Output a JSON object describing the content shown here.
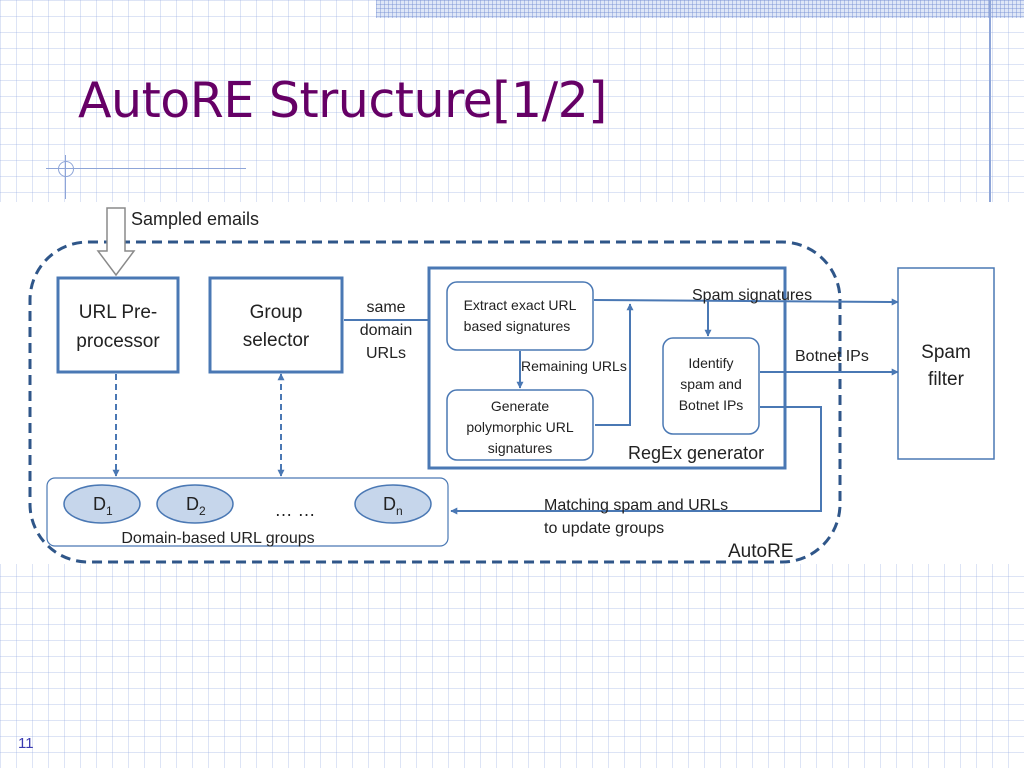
{
  "slide": {
    "title": "AutoRE Structure[1/2]",
    "number": "11"
  },
  "diagram": {
    "input_label": "Sampled emails",
    "url_preprocessor": [
      "URL Pre-",
      "processor"
    ],
    "group_selector": [
      "Group",
      "selector"
    ],
    "same_domain_urls": [
      "same",
      "domain",
      "URLs"
    ],
    "extract_signatures": [
      "Extract exact URL",
      "based signatures"
    ],
    "remaining_urls": "Remaining URLs",
    "generate_polymorphic": [
      "Generate",
      "polymorphic URL",
      "signatures"
    ],
    "identify_spam": [
      "Identify",
      "spam and",
      "Botnet IPs"
    ],
    "regex_generator": "RegEx generator",
    "spam_signatures": "Spam signatures",
    "botnet_ips": "Botnet IPs",
    "spam_filter": [
      "Spam",
      "filter"
    ],
    "domain_groups": {
      "d1": {
        "main": "D",
        "sub": "1"
      },
      "d2": {
        "main": "D",
        "sub": "2"
      },
      "ellipsis": "… …",
      "dn": {
        "main": "D",
        "sub": "n"
      }
    },
    "domain_groups_label": "Domain-based URL groups",
    "feedback_label": [
      "Matching spam and URLs",
      "to update groups"
    ],
    "autore_label": "AutoRE"
  },
  "colors": {
    "title": "#660066",
    "box_border": "#4a78b4",
    "arrow": "#4a78b4",
    "dashed_frame": "#2f5689",
    "slide_number": "#3a3ab0"
  }
}
